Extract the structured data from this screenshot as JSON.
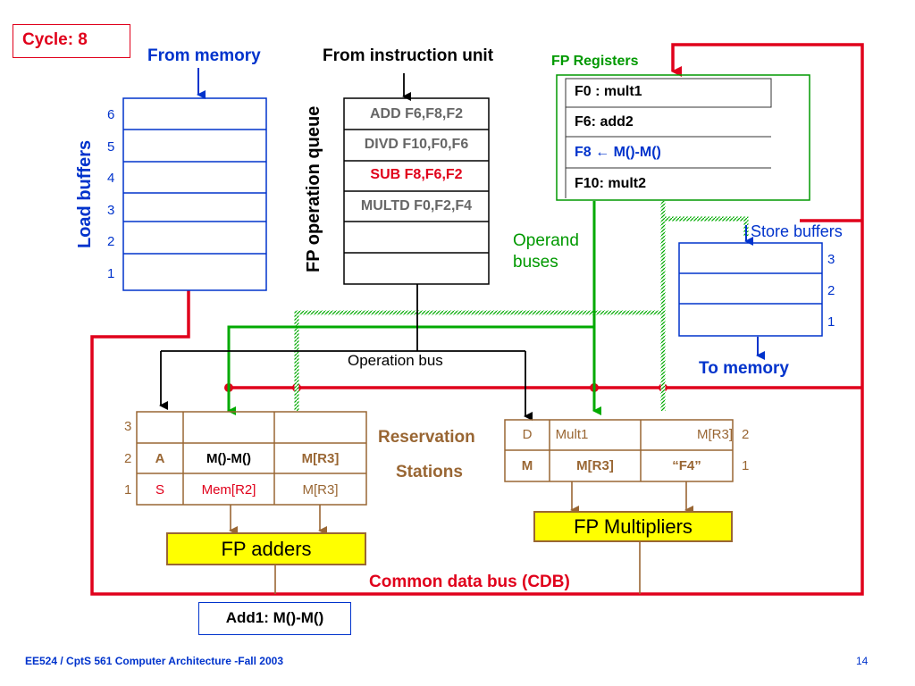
{
  "cycle": "Cycle: 8",
  "labels": {
    "from_memory": "From memory",
    "from_instruction_unit": "From instruction unit",
    "fp_registers": "FP Registers",
    "load_buffers": "Load buffers",
    "fp_operation_queue": "FP operation queue",
    "operand_buses": "Operand\nbuses",
    "operand_line1": "Operand",
    "operand_line2": "buses",
    "store_buffers": "Store buffers",
    "to_memory": "To memory",
    "operation_bus": "Operation bus",
    "reservation": "Reservation",
    "stations": "Stations",
    "cdb": "Common data bus (CDB)"
  },
  "load_buffer_numbers": [
    "6",
    "5",
    "4",
    "3",
    "2",
    "1"
  ],
  "op_queue": [
    {
      "text": "ADD F6,F8,F2",
      "color": "#666666"
    },
    {
      "text": "DIVD F10,F0,F6",
      "color": "#666666"
    },
    {
      "text": "SUB F8,F6,F2",
      "color": "#e0001b"
    },
    {
      "text": "MULTD F0,F2,F4",
      "color": "#666666"
    },
    {
      "text": "",
      "color": "#666666"
    },
    {
      "text": "",
      "color": "#666666"
    }
  ],
  "fp_registers": [
    {
      "text": "F0 : mult1",
      "color": "#000000"
    },
    {
      "text": "F6: add2",
      "color": "#000000"
    },
    {
      "text": "F8 ← M()-M()",
      "color": "#0033cc"
    },
    {
      "text": "F10: mult2",
      "color": "#000000"
    }
  ],
  "store_buffer_numbers": [
    "3",
    "2",
    "1"
  ],
  "adder_rs": {
    "rows": [
      {
        "num": "3",
        "op": "",
        "v1": "",
        "v2": ""
      },
      {
        "num": "2",
        "op": "A",
        "v1": "M()-M()",
        "v2": "M[R3]"
      },
      {
        "num": "1",
        "op": "S",
        "v1": "Mem[R2]",
        "v2": "M[R3]"
      }
    ]
  },
  "mult_rs": {
    "rows": [
      {
        "num": "2",
        "op": "D",
        "v1": "Mult1",
        "v2": "M[R3]"
      },
      {
        "num": "1",
        "op": "M",
        "v1": "M[R3]",
        "v2": "“F4”"
      }
    ]
  },
  "fp_adders": "FP adders",
  "fp_multipliers": "FP Multipliers",
  "result": "Add1: M()-M()",
  "footer": {
    "course": "EE524 / CptS 561 Computer Architecture  -Fall 2003",
    "page": "14"
  },
  "colors": {
    "red": "#e0001b",
    "blue": "#0033cc",
    "green": "#00aa00",
    "brown": "#996633",
    "yellow": "#ffff00"
  }
}
